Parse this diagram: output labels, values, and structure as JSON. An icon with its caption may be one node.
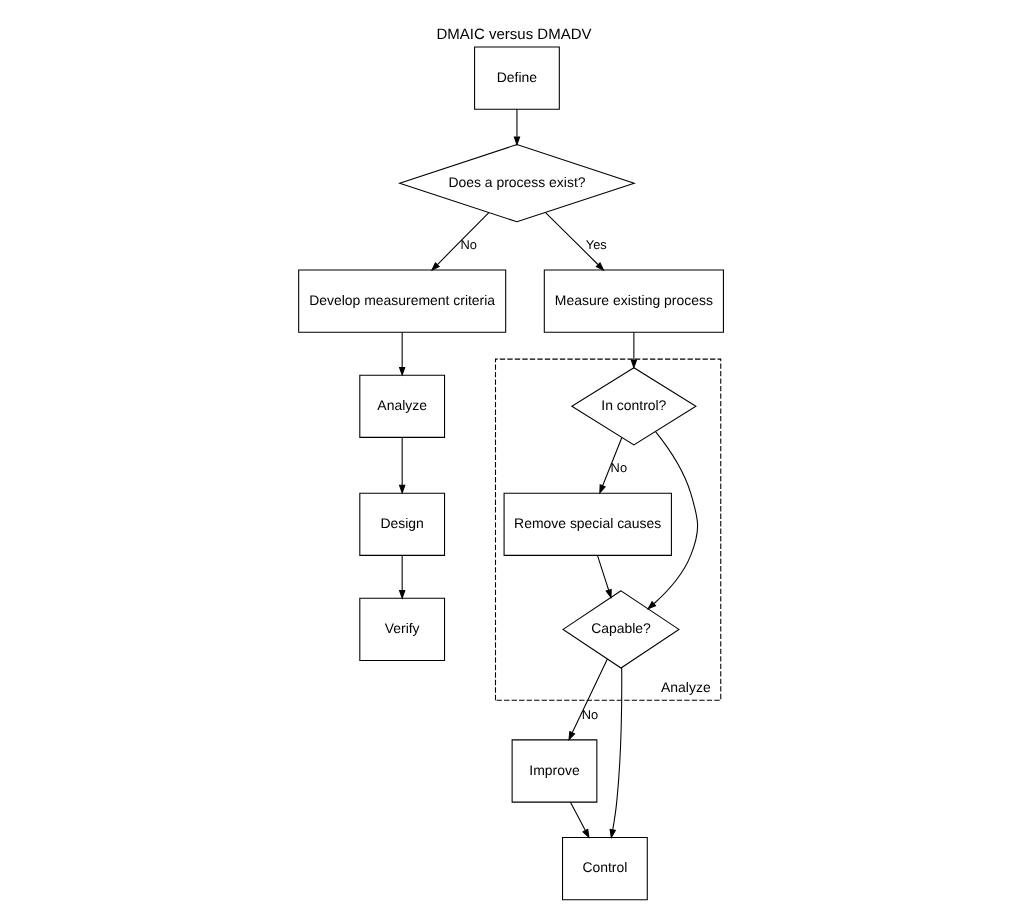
{
  "diagram": {
    "title": "DMAIC versus DMADV",
    "nodes": [
      {
        "text": [
          "Define"
        ]
      },
      {
        "text": [
          "Does a process exist?"
        ]
      },
      {
        "text": [
          "Develop measurement criteria"
        ]
      },
      {
        "text": [
          "Measure existing process"
        ]
      },
      {
        "text": [
          "Analyze"
        ]
      },
      {
        "text": [
          "Analyze"
        ]
      },
      {
        "text": [
          "In control?"
        ],
        "in": 5
      },
      {
        "text": [
          "Remove special causes"
        ],
        "in": 5
      },
      {
        "text": [
          "Capable?"
        ],
        "in": 5
      },
      {
        "text": [
          "Improve"
        ]
      },
      {
        "text": [
          "Design"
        ]
      },
      {
        "text": [
          "Control"
        ]
      },
      {
        "text": [
          "Verify"
        ]
      }
    ],
    "edges": [
      {
        "from": 0,
        "to": 1,
        "arrow": "to"
      },
      {
        "from": 1,
        "to": 2,
        "label": "No",
        "arrow": "to"
      },
      {
        "from": 1,
        "to": 3,
        "label": "Yes",
        "arrow": "to"
      },
      {
        "from": 2,
        "to": 4,
        "arrow": "to"
      },
      {
        "from": 4,
        "to": 10,
        "arrow": "to"
      },
      {
        "from": 10,
        "to": 12,
        "arrow": "to"
      },
      {
        "from": 3,
        "to": 6,
        "arrow": "to"
      },
      {
        "from": 6,
        "to": 7,
        "label": "No",
        "arrow": "to"
      },
      {
        "from": 6,
        "to": 8,
        "arrow": "to"
      },
      {
        "from": 7,
        "to": 8,
        "arrow": "to"
      },
      {
        "from": 8,
        "to": 9,
        "label": "No",
        "arrow": "to"
      },
      {
        "from": 8,
        "to": 11,
        "arrow": "to"
      },
      {
        "from": 9,
        "to": 11,
        "arrow": "to"
      }
    ]
  }
}
